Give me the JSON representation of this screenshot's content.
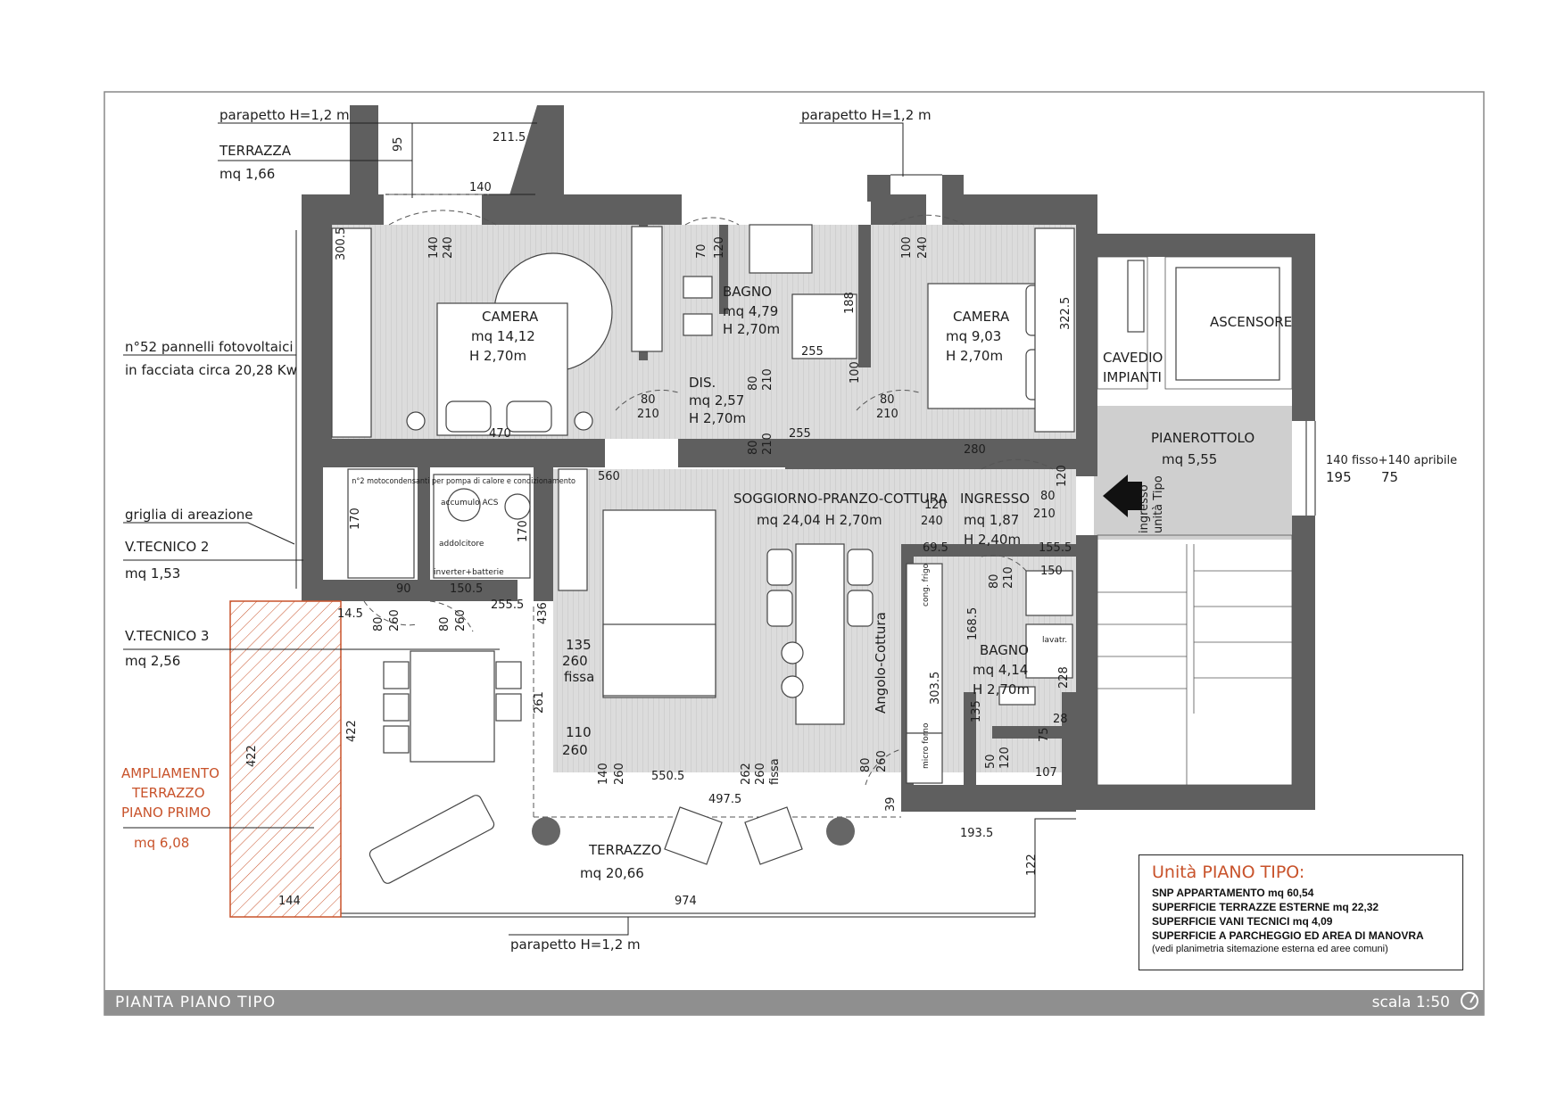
{
  "terrace_top": {
    "note": "parapetto H=1,2 m",
    "name": "TERRAZZA",
    "area": "mq 1,66"
  },
  "parapet_mid": {
    "note": "parapetto H=1,2 m"
  },
  "pv_note": {
    "line1": "n°52 pannelli fotovoltaici",
    "line2": "in facciata circa 20,28 Kw"
  },
  "vent_grille": "griglia di areazione",
  "vt2": {
    "name": "V.TECNICO 2",
    "area": "mq 1,53"
  },
  "vt3": {
    "name": "V.TECNICO 3",
    "area": "mq 2,56"
  },
  "extension": {
    "l1": "AMPLIAMENTO",
    "l2": "TERRAZZO",
    "l3": "PIANO PRIMO",
    "area": "mq 6,08"
  },
  "rooms": {
    "camera1": {
      "name": "CAMERA",
      "area": "mq 14,12",
      "height": "H 2,70m"
    },
    "bagno1": {
      "name": "BAGNO",
      "area": "mq 4,79",
      "height": "H 2,70m"
    },
    "camera2": {
      "name": "CAMERA",
      "area": "mq 9,03",
      "height": "H 2,70m"
    },
    "dis": {
      "name": "DIS.",
      "area": "mq 2,57",
      "height": "H 2,70m"
    },
    "cavedio": {
      "l1": "CAVEDIO",
      "l2": "IMPIANTI"
    },
    "ascensore": "ASCENSORE",
    "pianerottolo": {
      "name": "PIANEROTTOLO",
      "area": "mq 5,55"
    },
    "soggiorno": {
      "name": "SOGGIORNO-PRANZO-COTTURA",
      "area": "mq 24,04  H 2,70m"
    },
    "ingresso": {
      "name": "INGRESSO",
      "area": "mq 1,87",
      "height": "H 2,40m"
    },
    "bagno2": {
      "name": "BAGNO",
      "area": "mq 4,14",
      "height": "H 2,70m"
    },
    "terrazzo": {
      "name": "TERRAZZO",
      "area": "mq 20,66"
    },
    "angolo": "Angolo-Cottura"
  },
  "entry_label": {
    "l1": "ingresso",
    "l2": "unità Tipo"
  },
  "window_note": {
    "l1": "140 fisso+140 apribile",
    "a": "195",
    "b": "75"
  },
  "small_labels": {
    "acs": "accumulo ACS",
    "addolcitore": "addolcitore",
    "inverter": "inverter+batterie",
    "ext_units": "n°2 motocondensanti per pompa di calore e condizionamento",
    "congfrigo": "cong. frigo",
    "microforno": "micro forno",
    "lavat": "lavatr."
  },
  "dims": {
    "d95": "95",
    "d211_5": "211.5",
    "d140a": "140",
    "d300_5": "300.5",
    "d140b": "140",
    "d240a": "240",
    "d70": "70",
    "d120a": "120",
    "d100a": "100",
    "d240b": "240",
    "d188": "188",
    "d255a": "255",
    "d322_5": "322.5",
    "d470": "470",
    "d80a": "80",
    "d210a": "210",
    "d80b": "80",
    "d210b": "210",
    "d100b": "100",
    "d80c": "80",
    "d210c": "210",
    "d80d": "80",
    "d210d": "210",
    "d255b": "255",
    "d280": "280",
    "d560": "560",
    "d120b": "120",
    "d120c": "120",
    "d240c": "240",
    "d80e": "80",
    "d210e": "210",
    "d69_5": "69.5",
    "d155_5": "155.5",
    "d170a": "170",
    "d170b": "170",
    "d90": "90",
    "d150_5": "150.5",
    "d255_5": "255.5",
    "d14_5": "14.5",
    "d80f": "80",
    "d260a": "260",
    "d80g": "80",
    "d260b": "260",
    "d436": "436",
    "d135": "135",
    "d260c": "260",
    "fissa1": "fissa",
    "d110": "110",
    "d260d": "260",
    "d261": "261",
    "d140c": "140",
    "d260e": "260",
    "d262": "262",
    "d260f": "260",
    "fissa2": "fissa",
    "d80h": "80",
    "d260g": "260",
    "d550_5": "550.5",
    "d497_5": "497.5",
    "d39": "39",
    "d80i": "80",
    "d210f": "210",
    "d150": "150",
    "d168_5": "168.5",
    "d303_5": "303.5",
    "d228": "228",
    "d135b": "135",
    "d28": "28",
    "d75": "75",
    "d50": "50",
    "d120d": "120",
    "d107": "107",
    "d193_5": "193.5",
    "d122": "122",
    "d422a": "422",
    "d422b": "422",
    "d144": "144",
    "d974": "974"
  },
  "parapet_bottom": "parapetto H=1,2 m",
  "legend": {
    "title": "Unità PIANO TIPO:",
    "l1": "SNP APPARTAMENTO mq 60,54",
    "l2": "SUPERFICIE TERRAZZE ESTERNE mq 22,32",
    "l3": "SUPERFICIE VANI TECNICI mq 4,09",
    "l4": "SUPERFICIE  A PARCHEGGIO ED AREA DI MANOVRA",
    "l5": "(vedi planimetria sitemazione esterna ed aree comuni)"
  },
  "footer": {
    "title": "PIANTA PIANO TIPO",
    "scale": "scala 1:50"
  },
  "colors": {
    "wall": "#5f5f5f",
    "accent": "#c8522a",
    "footer": "#8f8f8f"
  }
}
